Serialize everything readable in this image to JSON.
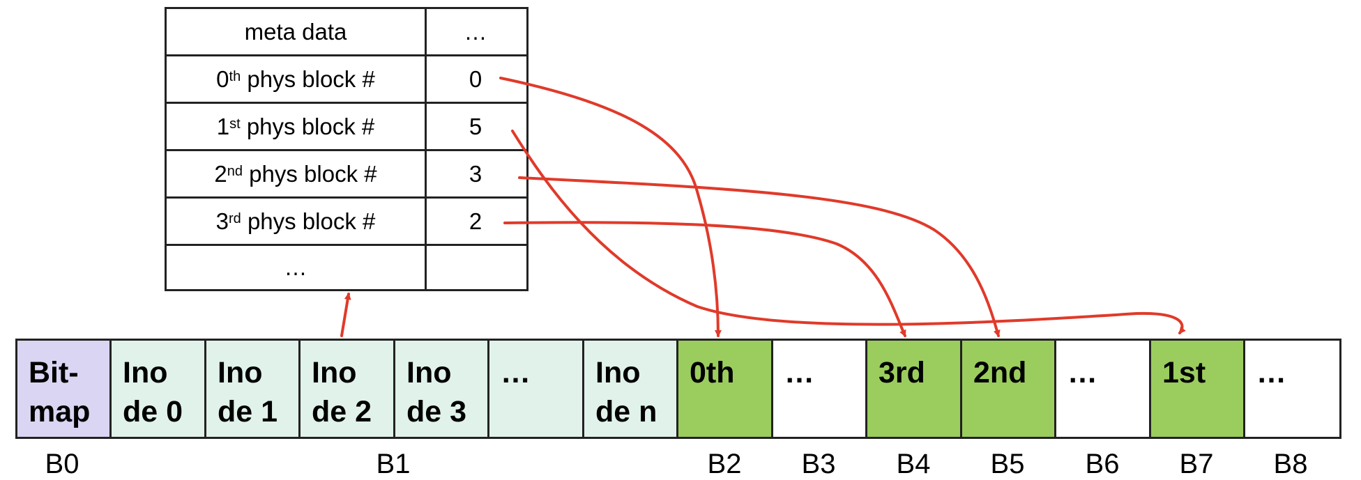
{
  "inode_table": {
    "header": {
      "label": "meta data",
      "value": "…"
    },
    "rows": [
      {
        "ord": "0",
        "sup": "th",
        "label": "phys block #",
        "value": "0"
      },
      {
        "ord": "1",
        "sup": "st",
        "label": "phys block #",
        "value": "5"
      },
      {
        "ord": "2",
        "sup": "nd",
        "label": "phys block #",
        "value": "3"
      },
      {
        "ord": "3",
        "sup": "rd",
        "label": "phys block #",
        "value": "2"
      }
    ],
    "footer": {
      "label": "…",
      "value": ""
    }
  },
  "disk": {
    "blocks": [
      {
        "line1": "Bit-",
        "line2": "map"
      },
      {
        "line1": "Ino",
        "line2": "de 0"
      },
      {
        "line1": "Ino",
        "line2": "de 1"
      },
      {
        "line1": "Ino",
        "line2": "de 2"
      },
      {
        "line1": "Ino",
        "line2": "de 3"
      },
      {
        "line1": "…",
        "line2": ""
      },
      {
        "line1": "Ino",
        "line2": "de n"
      },
      {
        "line1": "0th",
        "line2": ""
      },
      {
        "line1": "…",
        "line2": ""
      },
      {
        "line1": "3rd",
        "line2": ""
      },
      {
        "line1": "2nd",
        "line2": ""
      },
      {
        "line1": "…",
        "line2": ""
      },
      {
        "line1": "1st",
        "line2": ""
      },
      {
        "line1": "…",
        "line2": ""
      }
    ],
    "labels": [
      "B0",
      "B1",
      "B2",
      "B3",
      "B4",
      "B5",
      "B6",
      "B7",
      "B8"
    ]
  },
  "colors": {
    "bitmap": "#d9d5f2",
    "inode": "#e0f2ea",
    "data_used": "#9bcd5e",
    "arrow": "#e03a2a",
    "border": "#222222"
  }
}
